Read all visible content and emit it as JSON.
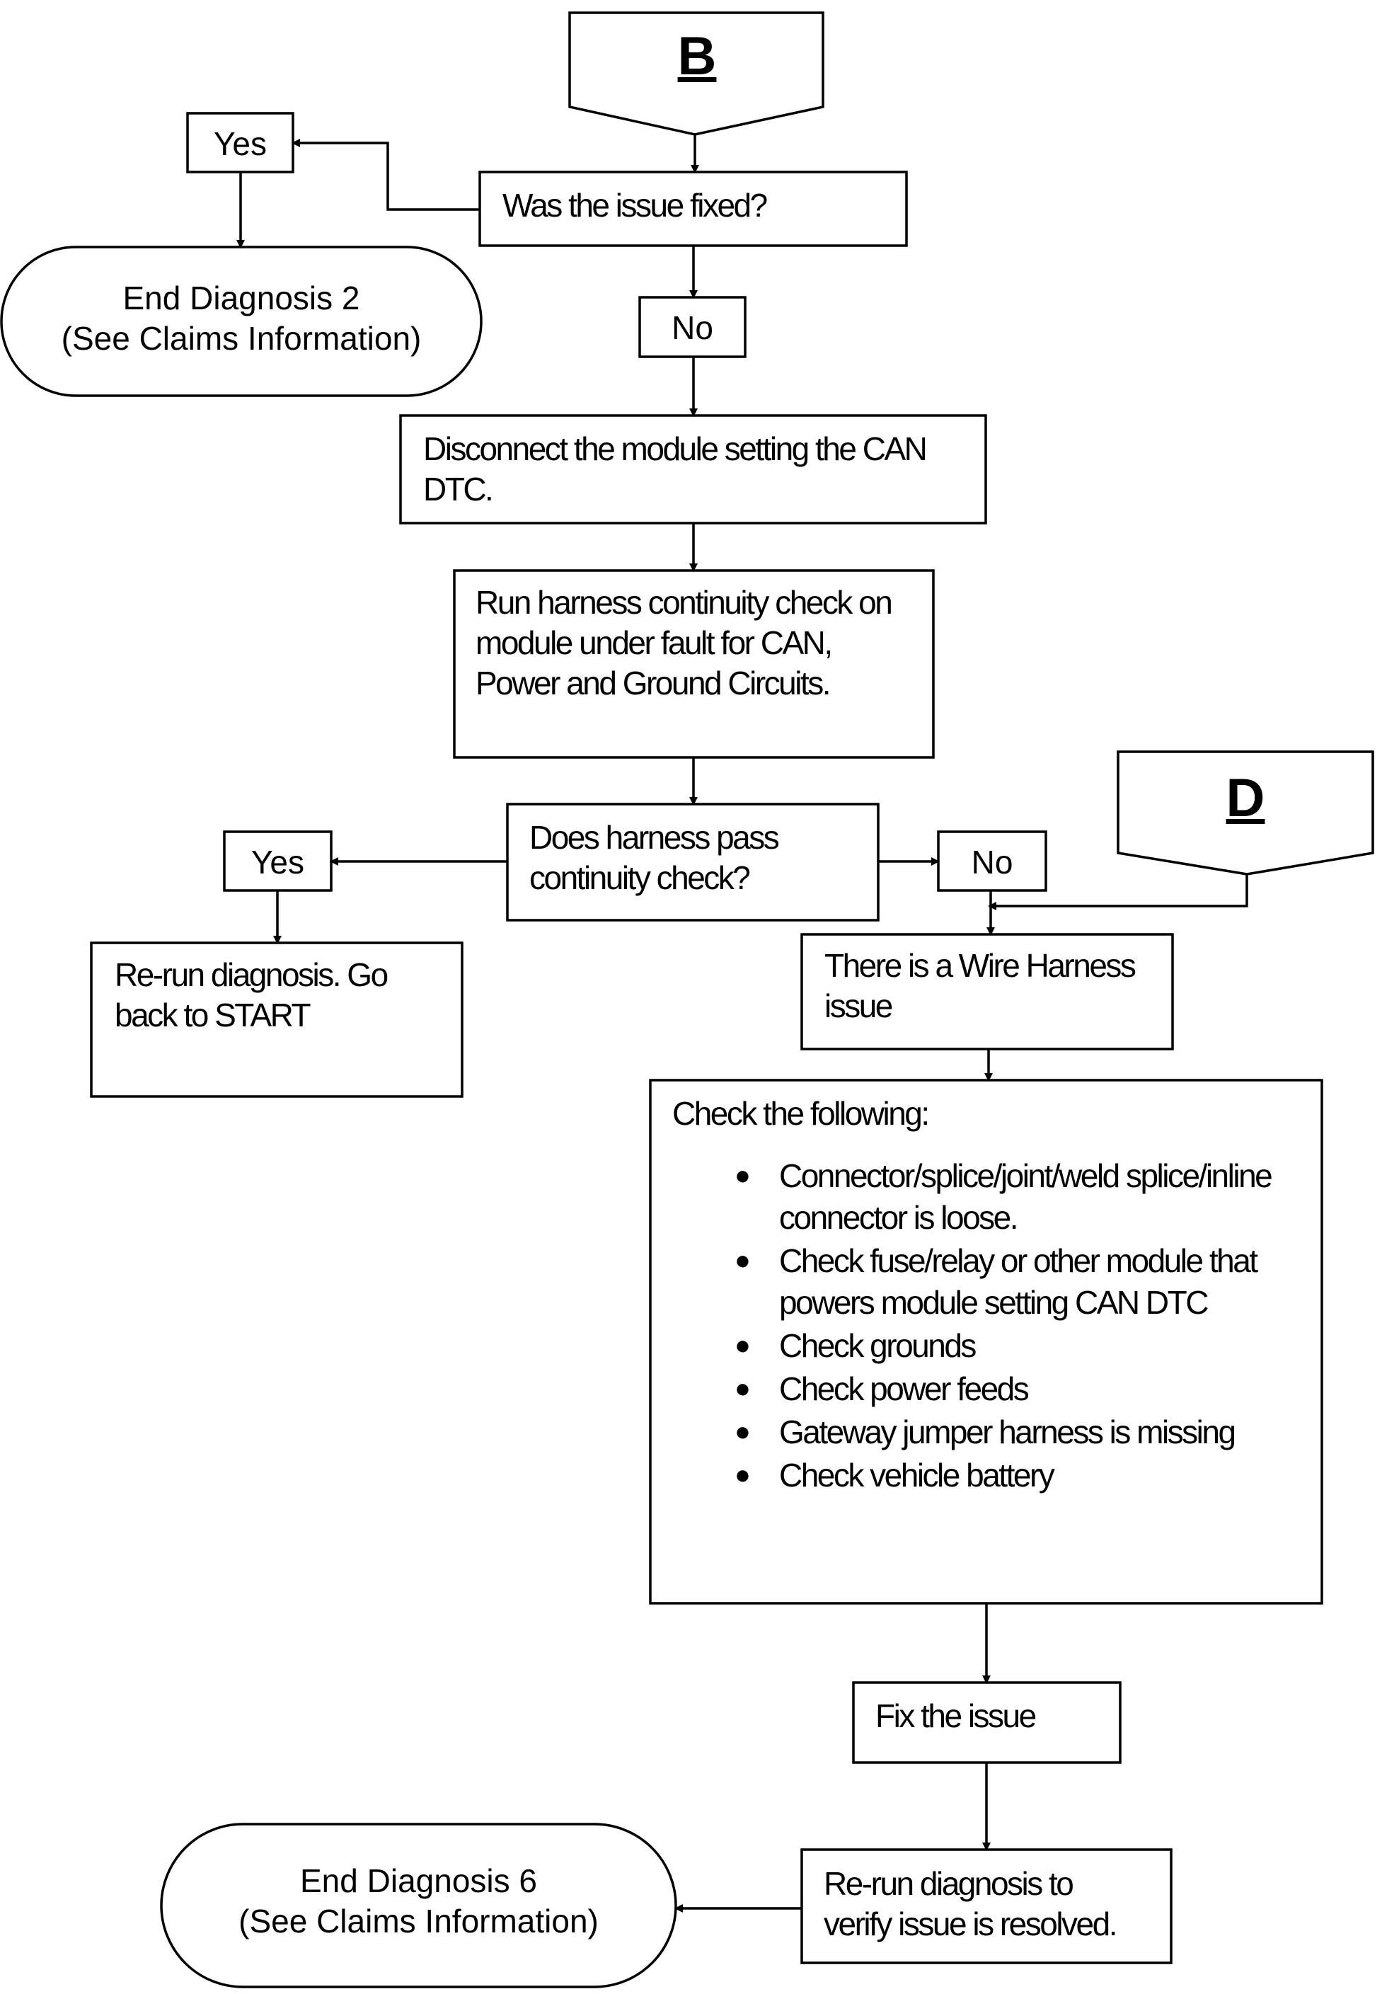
{
  "connectors": {
    "b": "B",
    "d": "D"
  },
  "nodes": {
    "issue_fixed": "Was the issue fixed?",
    "yes_1": "Yes",
    "no_1": "No",
    "end_2": "End Diagnosis 2\n(See Claims Information)",
    "disconnect": "Disconnect the module setting the CAN\nDTC.",
    "continuity_check": "Run harness continuity check on\nmodule under fault for CAN,\nPower and Ground Circuits.",
    "harness_pass": "Does harness pass\ncontinuity check?",
    "yes_2": "Yes",
    "no_2": "No",
    "rerun_start": "Re-run diagnosis. Go\nback to START",
    "wire_issue": "There is a Wire Harness\nissue",
    "check_heading": "Check the following:",
    "check_items": [
      "Connector/splice/joint/weld splice/inline\nconnector is loose.",
      "Check fuse/relay or other module that\npowers module setting CAN DTC",
      "Check grounds",
      "Check power feeds",
      "Gateway jumper harness is missing",
      "Check vehicle battery"
    ],
    "fix_issue": "Fix the issue",
    "rerun_verify": "Re-run diagnosis to\nverify issue is resolved.",
    "end_6": "End Diagnosis 6\n(See Claims Information)"
  }
}
